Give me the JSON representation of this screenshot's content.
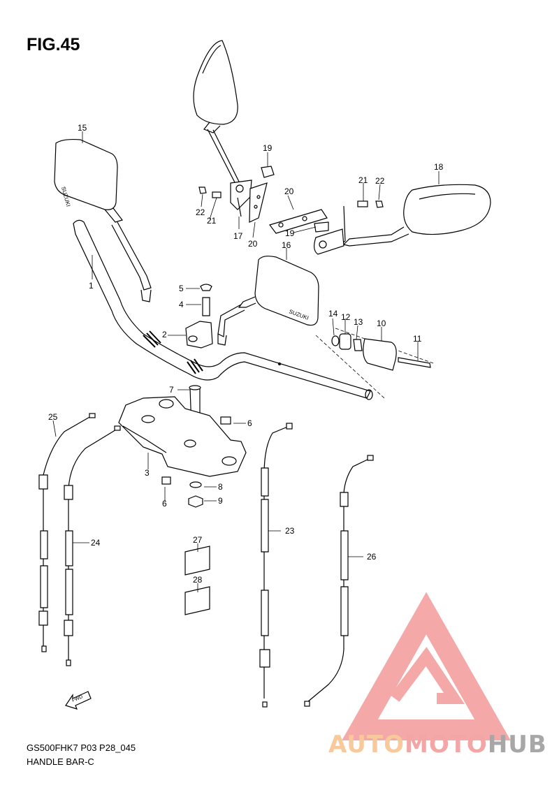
{
  "figure": {
    "title": "FIG.45",
    "model_code": "GS500FHK7 P03 P28_045",
    "section_name": "HANDLE BAR-C"
  },
  "brand_marks": {
    "mirror_text": "SUZUKI",
    "fwd_arrow_text": "FWD"
  },
  "watermark": {
    "part1": "AUTO",
    "part2": "MOTO",
    "part3": "HUB",
    "colors": {
      "auto": "#f8c99a",
      "moto": "#f4a6a6",
      "hub": "#a7a7a7",
      "triangle": "#f39a9a"
    }
  },
  "callouts": [
    {
      "id": "c15",
      "label": "15"
    },
    {
      "id": "c19a",
      "label": "19"
    },
    {
      "id": "c18",
      "label": "18"
    },
    {
      "id": "c20a",
      "label": "20"
    },
    {
      "id": "c21a",
      "label": "21"
    },
    {
      "id": "c22a",
      "label": "22"
    },
    {
      "id": "c22b",
      "label": "22"
    },
    {
      "id": "c21b",
      "label": "21"
    },
    {
      "id": "c17",
      "label": "17"
    },
    {
      "id": "c20b",
      "label": "20"
    },
    {
      "id": "c19b",
      "label": "19"
    },
    {
      "id": "c16",
      "label": "16"
    },
    {
      "id": "c1",
      "label": "1"
    },
    {
      "id": "c5",
      "label": "5"
    },
    {
      "id": "c4",
      "label": "4"
    },
    {
      "id": "c2",
      "label": "2"
    },
    {
      "id": "c14",
      "label": "14"
    },
    {
      "id": "c12",
      "label": "12"
    },
    {
      "id": "c13",
      "label": "13"
    },
    {
      "id": "c10",
      "label": "10"
    },
    {
      "id": "c11",
      "label": "11"
    },
    {
      "id": "c7",
      "label": "7"
    },
    {
      "id": "c25",
      "label": "25"
    },
    {
      "id": "c6a",
      "label": "6"
    },
    {
      "id": "c3",
      "label": "3"
    },
    {
      "id": "c8",
      "label": "8"
    },
    {
      "id": "c6b",
      "label": "6"
    },
    {
      "id": "c9",
      "label": "9"
    },
    {
      "id": "c24",
      "label": "24"
    },
    {
      "id": "c23",
      "label": "23"
    },
    {
      "id": "c26",
      "label": "26"
    },
    {
      "id": "c27",
      "label": "27"
    },
    {
      "id": "c28",
      "label": "28"
    }
  ]
}
